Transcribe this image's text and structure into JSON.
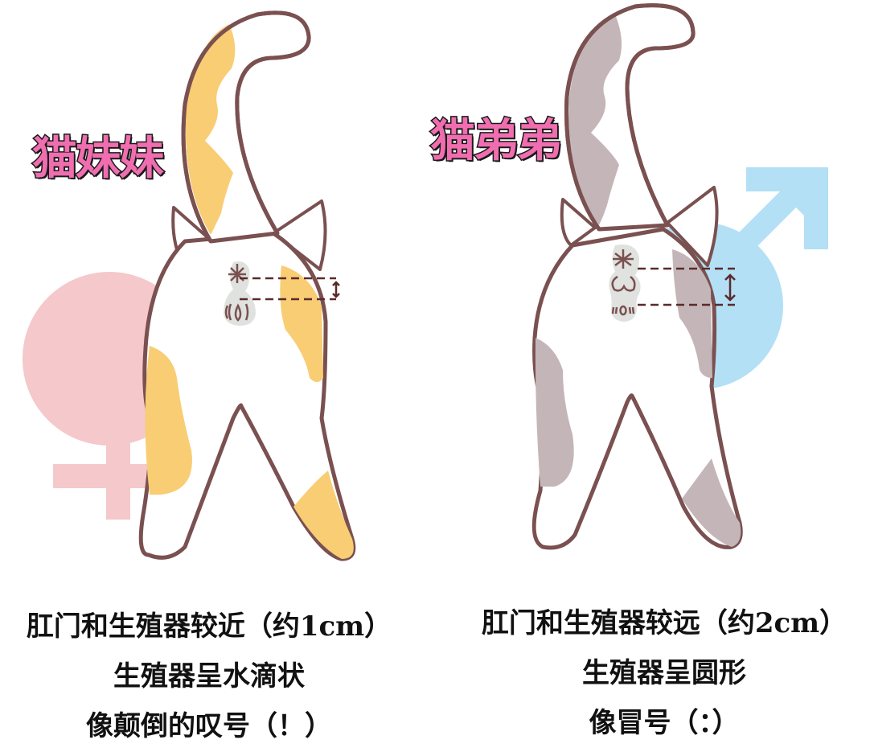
{
  "colors": {
    "female_symbol": "#f5c8cb",
    "male_symbol": "#b3e0f5",
    "female_patch": "#f8cd74",
    "male_patch": "#c4b6b8",
    "outline": "#7a5050",
    "title_fill": "#f06eb0",
    "anatomy_spot": "#dfe2de",
    "marker": "#5a2a2a"
  },
  "female": {
    "title": "猫妹妹",
    "symbol": "female-symbol",
    "caption": [
      "肛门和生殖器较近（约1cm）",
      "生殖器呈水滴状",
      "像颠倒的叹号（！）"
    ]
  },
  "male": {
    "title": "猫弟弟",
    "symbol": "male-symbol",
    "caption": [
      "肛门和生殖器较远（约2cm）",
      "生殖器呈圆形",
      "像冒号（：）"
    ]
  }
}
